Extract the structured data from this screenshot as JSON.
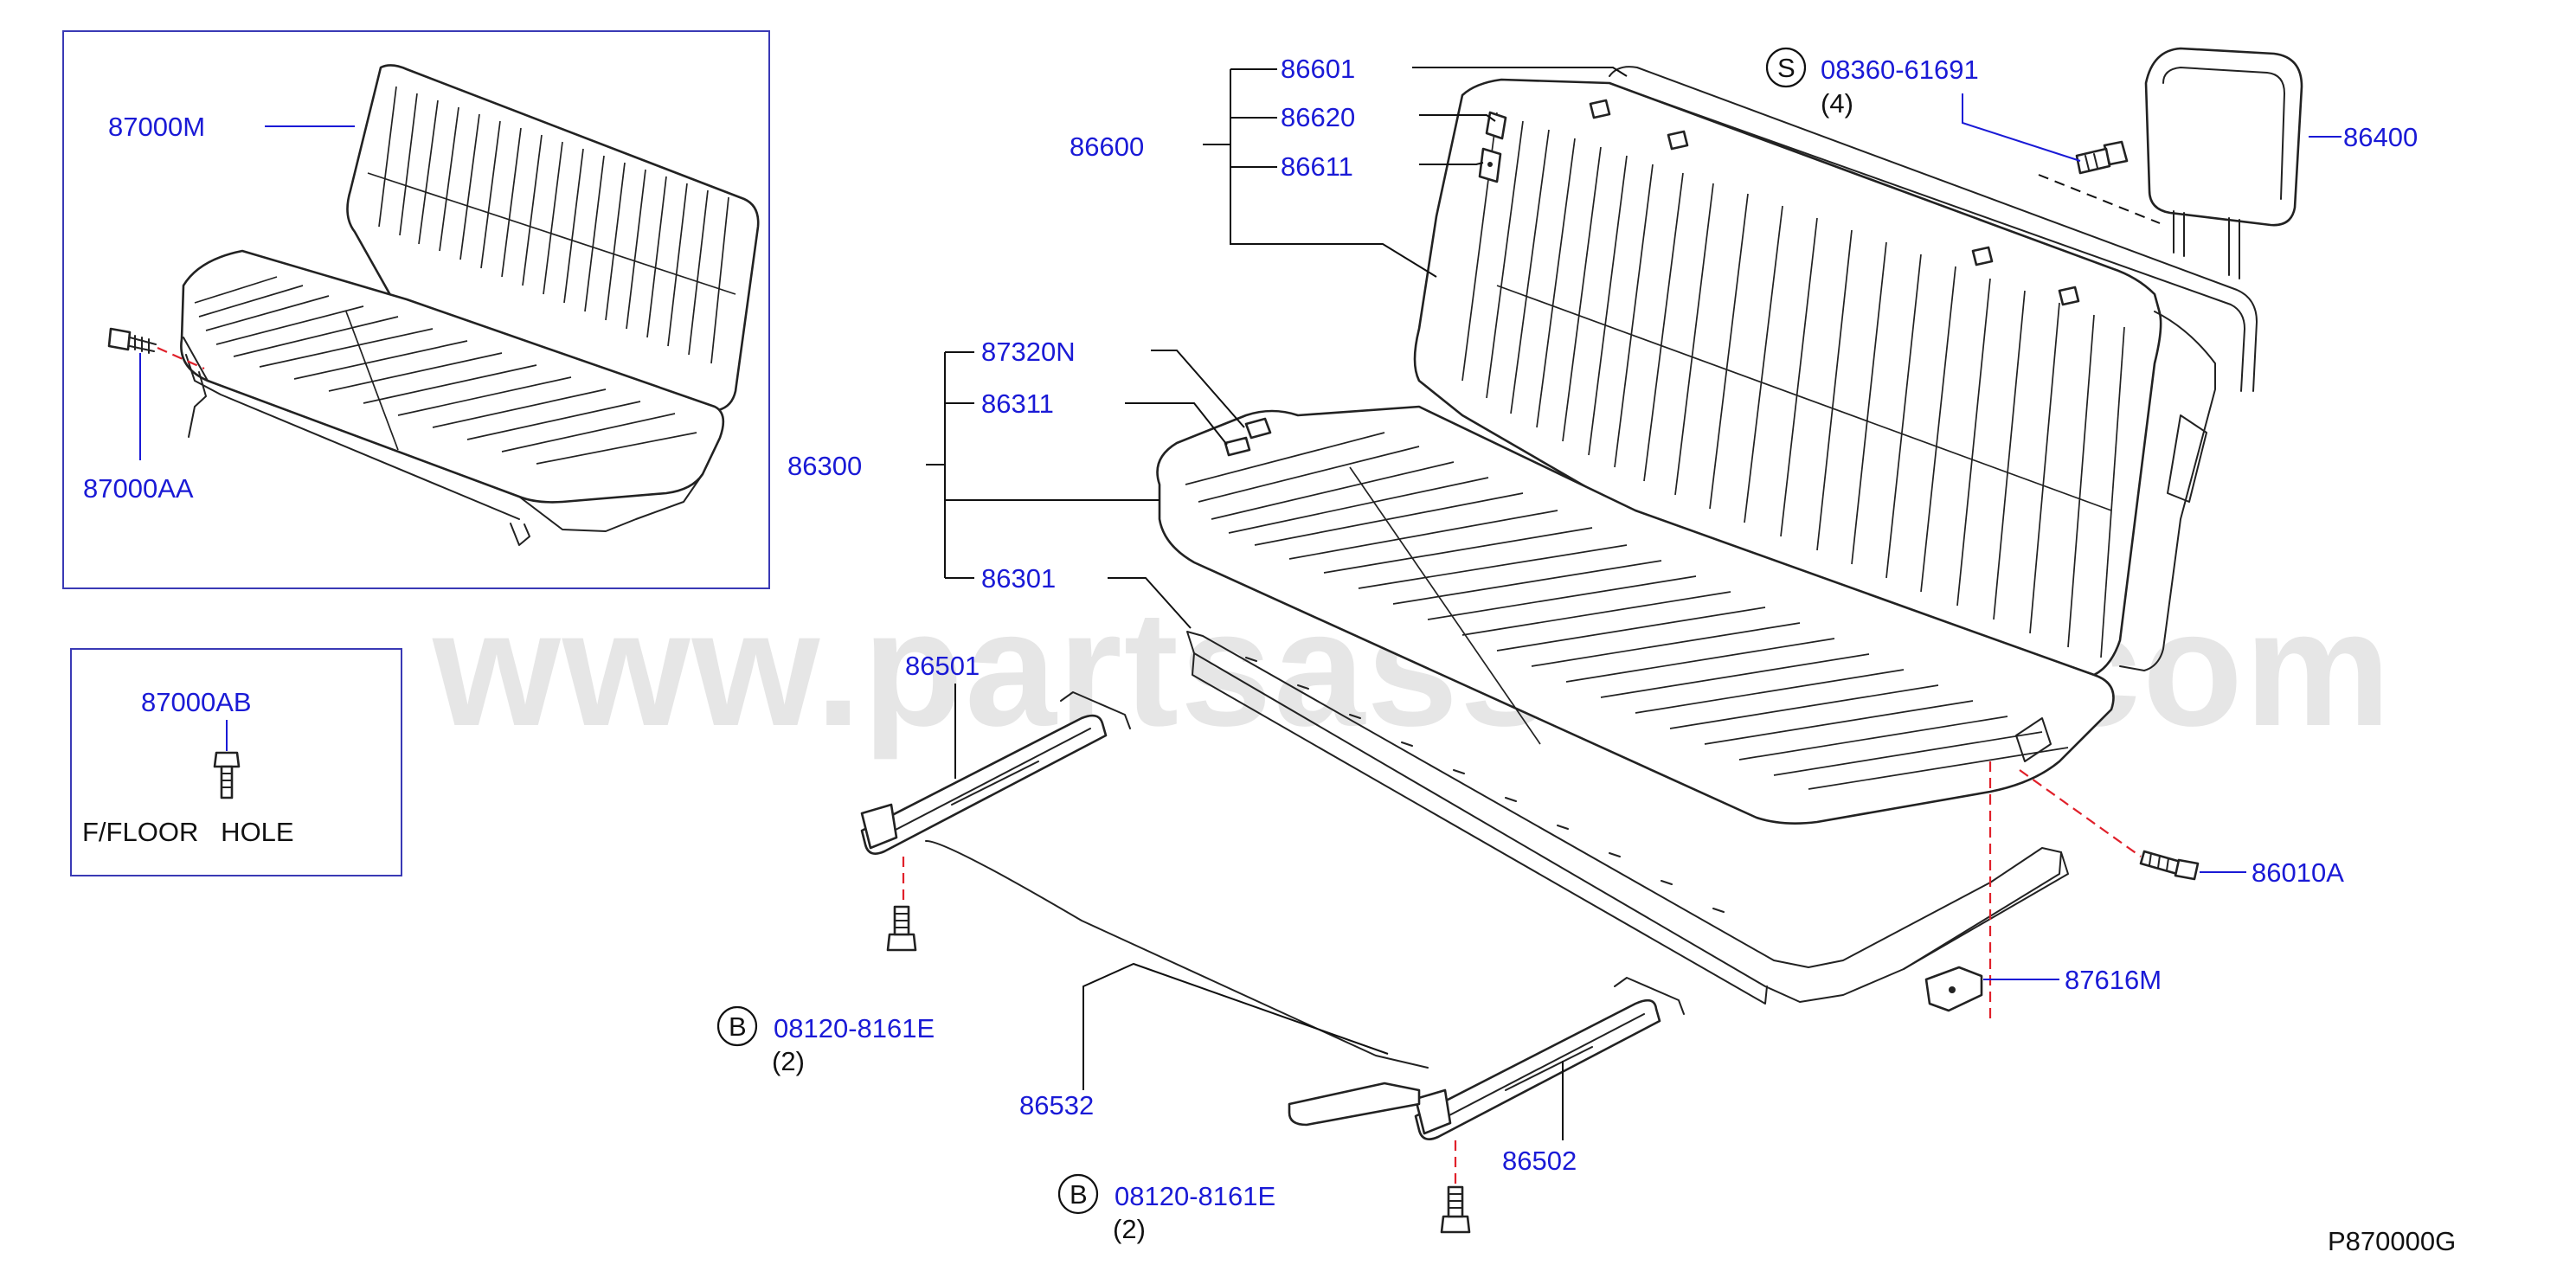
{
  "watermark": "www.partsassistant.com",
  "diagram_code": "P870000G",
  "inset_seat": {
    "labels": {
      "seat_assembly": "87000M",
      "seat_bolt": "87000AA"
    }
  },
  "floor_hole_box": {
    "part_number": "87000AB",
    "caption": "F/FLOOR   HOLE"
  },
  "seat_back": {
    "assembly": "86600",
    "parts": [
      "86601",
      "86620",
      "86611"
    ]
  },
  "seat_cushion": {
    "assembly": "86300",
    "parts": [
      "87320N",
      "86311",
      "86301"
    ]
  },
  "headrest": {
    "part_number": "86400"
  },
  "screw": {
    "symbol": "S",
    "part_number": "08360-61691",
    "qty": "(4)"
  },
  "adjusters": {
    "left": "86501",
    "right": "86502",
    "wire": "86532"
  },
  "bolt_b_left": {
    "symbol": "B",
    "part_number": "08120-8161E",
    "qty": "(2)"
  },
  "bolt_b_right": {
    "symbol": "B",
    "part_number": "08120-8161E",
    "qty": "(2)"
  },
  "side_bolt": {
    "part_number": "86010A"
  },
  "bracket": {
    "part_number": "87616M"
  },
  "colors": {
    "label": "#1a1ad6",
    "leader_red": "#e0202a",
    "frame": "#3a3ab5",
    "watermark": "#d7d7d7"
  }
}
